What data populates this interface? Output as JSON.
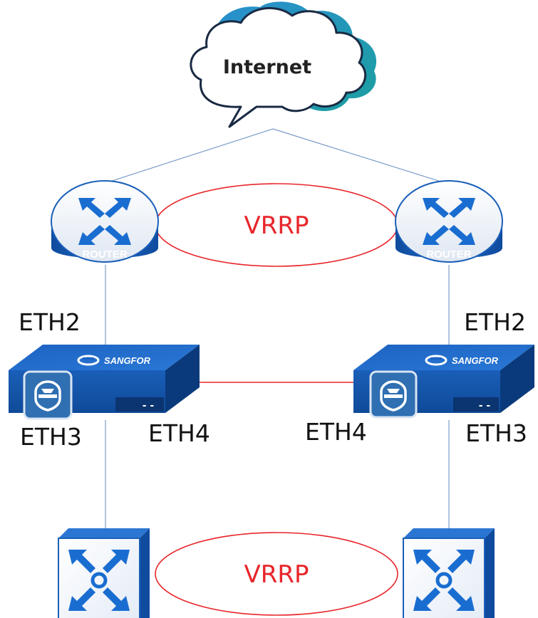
{
  "cloud": {
    "label": "Internet"
  },
  "vrrp_top": {
    "label": "VRRP"
  },
  "vrrp_bottom": {
    "label": "VRRP"
  },
  "routers": [
    {
      "label": "ROUTER"
    },
    {
      "label": "ROUTER"
    }
  ],
  "firewalls": [
    {
      "brand": "SANGFOR",
      "indicator": "- -"
    },
    {
      "brand": "SANGFOR",
      "indicator": "- -"
    }
  ],
  "ports": {
    "left_eth2": "ETH2",
    "right_eth2": "ETH2",
    "left_eth3": "ETH3",
    "left_eth4": "ETH4",
    "right_eth4": "ETH4",
    "right_eth3": "ETH3"
  },
  "colors": {
    "vrrp": "#e8262b",
    "link": "#7a9cc9",
    "device_blue": "#1a5fb8",
    "device_dark": "#0d3f86",
    "cloud_accent": "#1ea898"
  }
}
